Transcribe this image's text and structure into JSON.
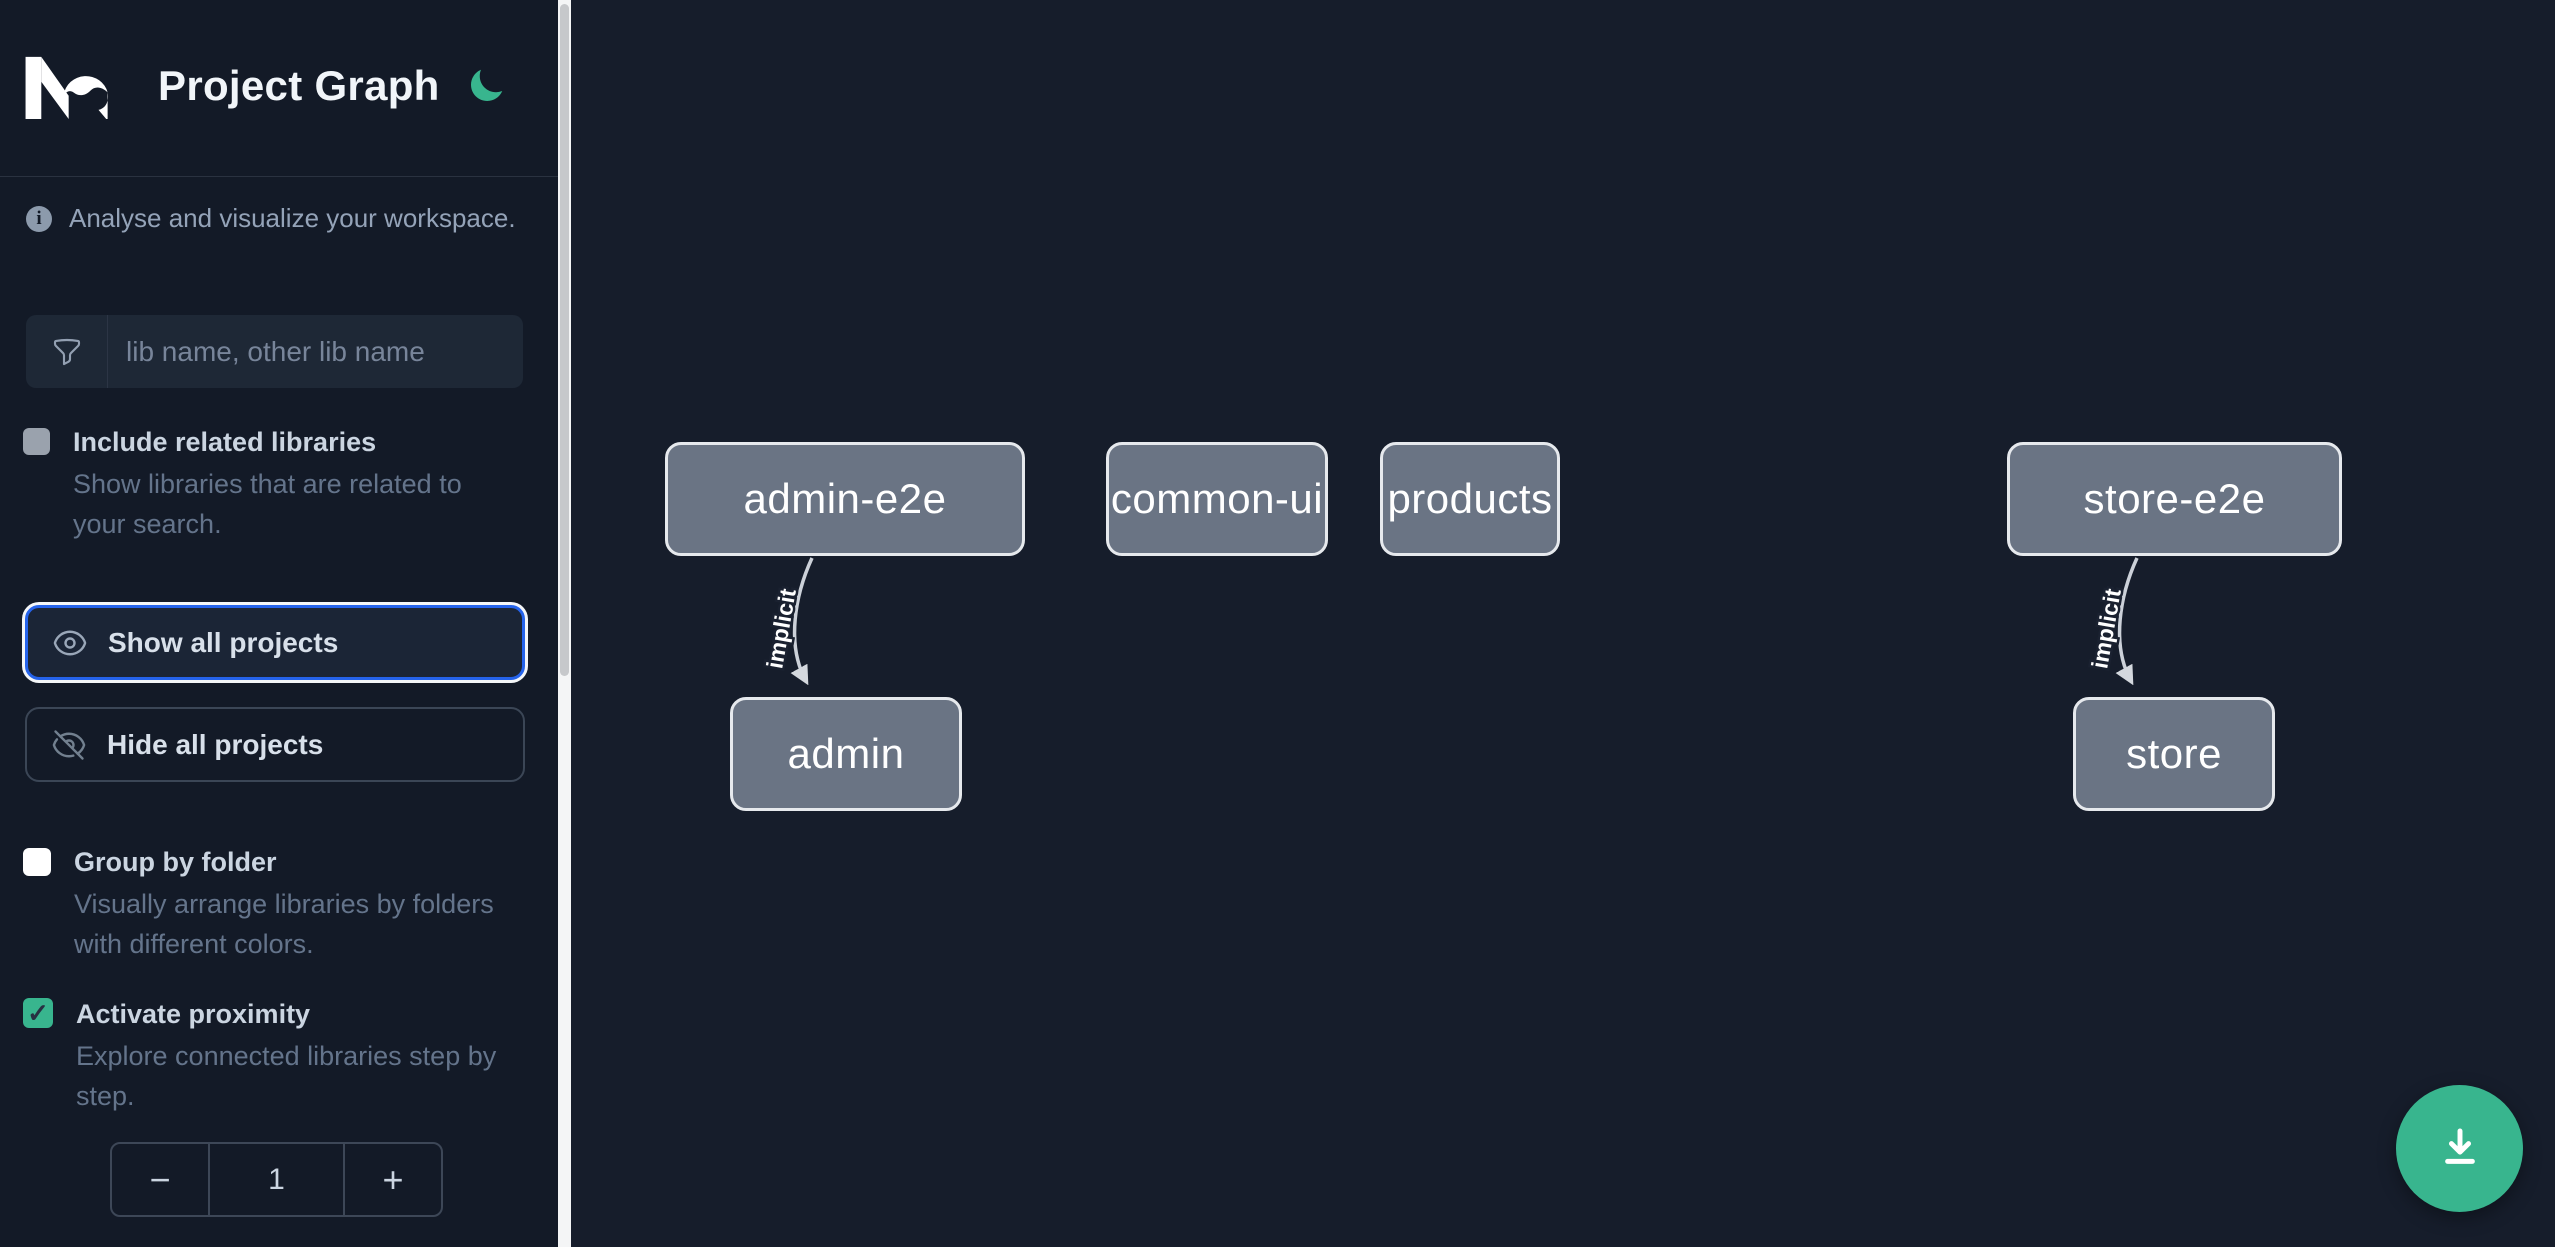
{
  "app": {
    "title": "Project Graph",
    "logo_icon": "nx-logo",
    "theme_toggle_icon": "moon-icon"
  },
  "sidebar": {
    "tagline": "Analyse and visualize your workspace.",
    "filter": {
      "icon": "funnel-icon",
      "placeholder": "lib name, other lib name",
      "value": ""
    },
    "options": [
      {
        "label": "Include related libraries",
        "description": "Show libraries that are related to your search.",
        "checked": false,
        "style": "disabled-gray"
      },
      {
        "label": "Group by folder",
        "description": "Visually arrange libraries by folders with different colors.",
        "checked": false,
        "style": "white"
      },
      {
        "label": "Activate proximity",
        "description": "Explore connected libraries step by step.",
        "checked": true,
        "check_glyph": "✓",
        "style": "green-checked"
      }
    ],
    "buttons": [
      {
        "label": "Show all projects",
        "icon": "eye-icon",
        "focused": true
      },
      {
        "label": "Hide all projects",
        "icon": "eye-off-icon",
        "focused": false
      }
    ],
    "proximity_stepper": {
      "decrement": "−",
      "value": "1",
      "increment": "+"
    }
  },
  "graph": {
    "nodes": [
      {
        "label": "admin-e2e"
      },
      {
        "label": "common-ui"
      },
      {
        "label": "products"
      },
      {
        "label": "store-e2e"
      },
      {
        "label": "admin"
      },
      {
        "label": "store"
      }
    ],
    "edges": [
      {
        "from": "admin-e2e",
        "to": "admin",
        "label": "implicit",
        "type": "implicit"
      },
      {
        "from": "store-e2e",
        "to": "store",
        "label": "implicit",
        "type": "implicit"
      }
    ]
  },
  "actions": {
    "download_button_icon": "download-image-icon"
  },
  "colors": {
    "sidebar_bg": "#131a27",
    "canvas_bg": "#161d2b",
    "accent_blue": "#2563eb",
    "accent_green": "#38b58e",
    "node_fill": "#6a7484",
    "node_border": "#e6e9ed",
    "edge": "#ccd1d9",
    "label_text": "#cbd5e1",
    "muted_text": "#64748b"
  }
}
